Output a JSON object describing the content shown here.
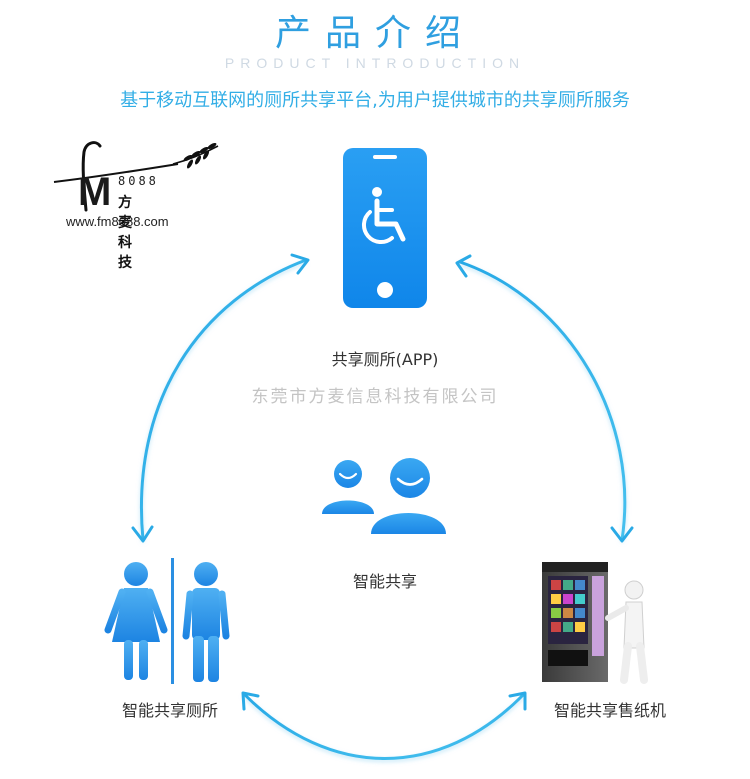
{
  "header": {
    "title": "产品介绍",
    "subtitle_en": "PRODUCT INTRODUCTION",
    "intro": "基于移动互联网的厕所共享平台,为用户提供城市的共享厕所服务"
  },
  "logo": {
    "letter": "M",
    "number": "8088",
    "name_cn": "方麦科技",
    "url": "www.fm8088.com"
  },
  "nodes": {
    "app": "共享厕所(APP)",
    "center": "智能共享",
    "toilet": "智能共享厕所",
    "vending": "智能共享售纸机"
  },
  "watermark": "东莞市方麦信息科技有限公司",
  "colors": {
    "accent": "#2f9fe0",
    "arrow": "#2fb0e8",
    "phone": "#1a8ef0",
    "people": "#2a96ee"
  }
}
